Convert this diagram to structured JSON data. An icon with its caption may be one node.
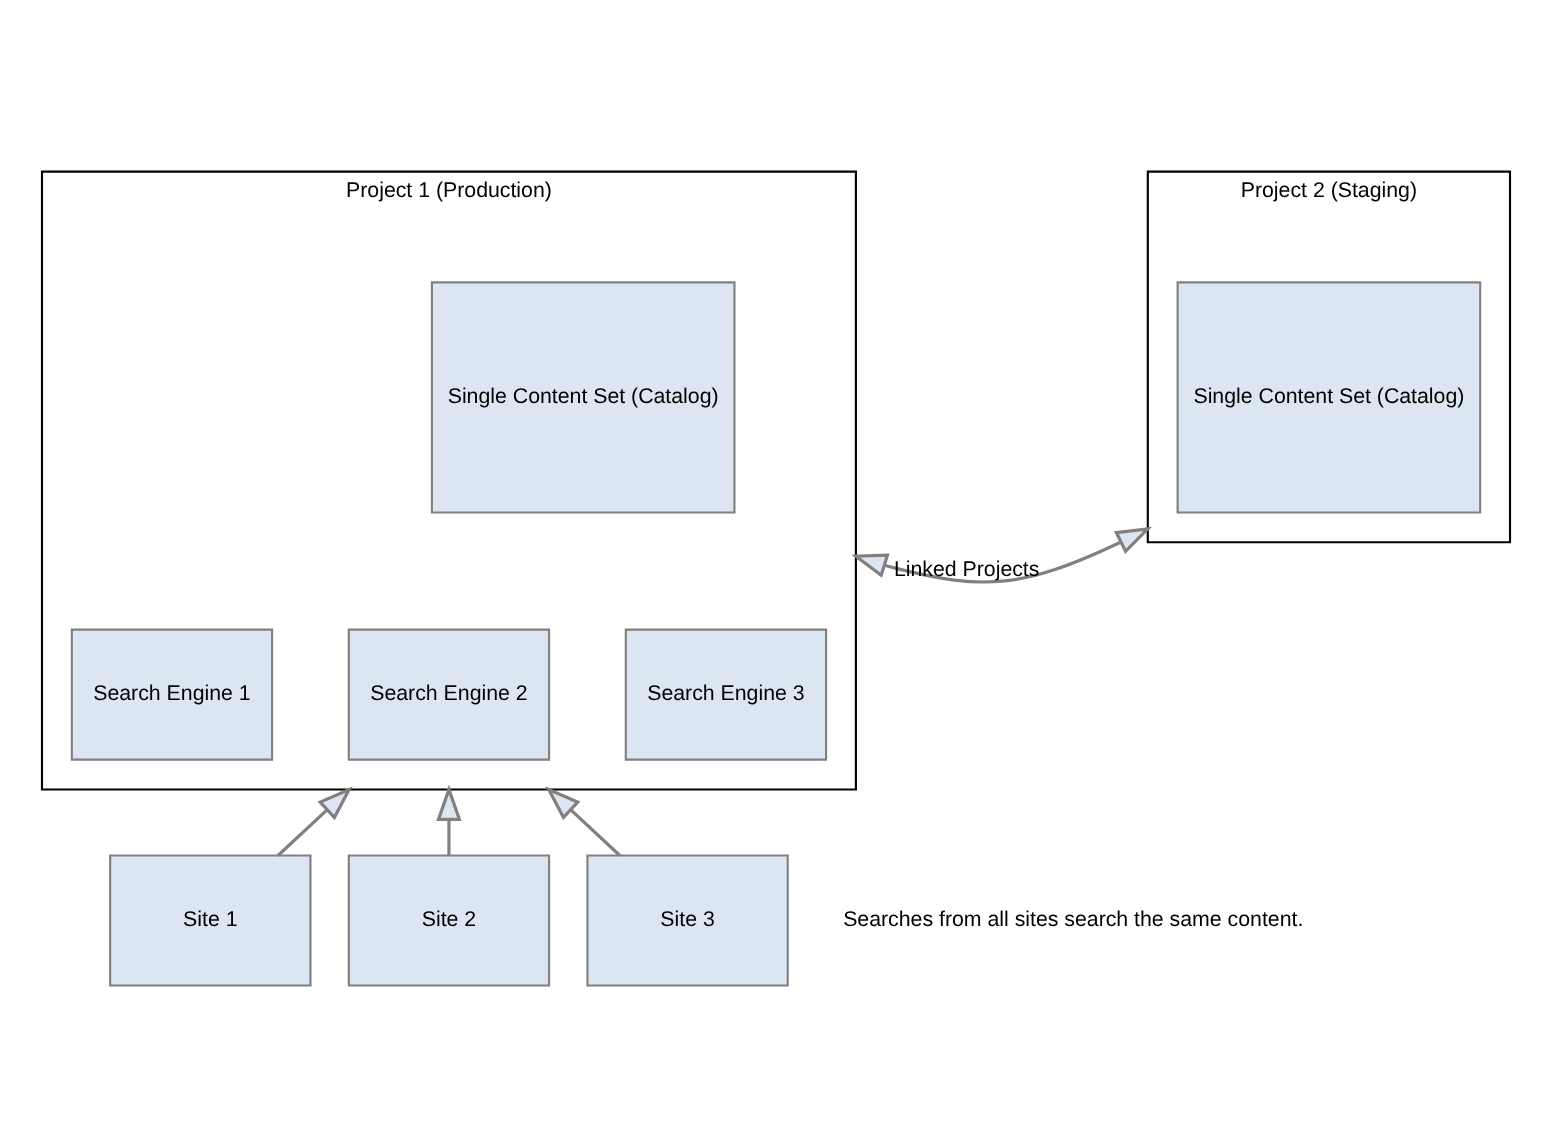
{
  "diagram": {
    "nodes": [
      {
        "text": [
          "Project 1 (Production)"
        ]
      },
      {
        "text": [
          "Single Content Set (Catalog)"
        ],
        "in": 0
      },
      {
        "text": [
          "Search Engine 1"
        ],
        "in": 0
      },
      {
        "text": [
          "Search Engine 2"
        ],
        "in": 0
      },
      {
        "text": [
          "Search Engine 3"
        ],
        "in": 0
      },
      {
        "text": [
          "Project 2 (Staging)"
        ]
      },
      {
        "text": [
          "Single Content Set (Catalog)"
        ],
        "in": 5
      },
      {
        "text": [
          "Site 1"
        ]
      },
      {
        "text": [
          "Site 2"
        ]
      },
      {
        "text": [
          "Site 3"
        ]
      }
    ],
    "edges": [
      {
        "from": 0,
        "to": 5,
        "arrow": "both",
        "label": "Linked Projects"
      },
      {
        "from": 7,
        "to": 0,
        "arrow": "to"
      },
      {
        "from": 8,
        "to": 0,
        "arrow": "to"
      },
      {
        "from": 9,
        "to": 0,
        "arrow": "to"
      }
    ],
    "labels": [
      "Searches from all sites search the same content."
    ]
  }
}
